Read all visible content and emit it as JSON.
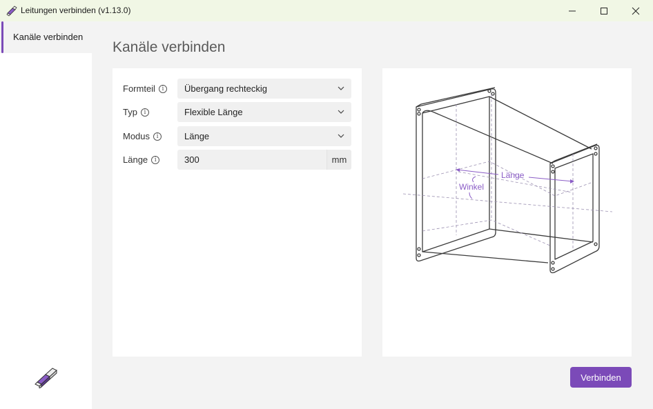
{
  "window": {
    "title": "Leitungen verbinden (v1.13.0)"
  },
  "sidebar": {
    "items": [
      {
        "label": "Kanäle verbinden",
        "selected": true
      }
    ]
  },
  "page": {
    "title": "Kanäle verbinden"
  },
  "form": {
    "fields": [
      {
        "label": "Formteil",
        "value": "Übergang rechteckig",
        "type": "select"
      },
      {
        "label": "Typ",
        "value": "Flexible Länge",
        "type": "select"
      },
      {
        "label": "Modus",
        "value": "Länge",
        "type": "select"
      },
      {
        "label": "Länge",
        "value": "300",
        "unit": "mm",
        "type": "number"
      }
    ]
  },
  "preview": {
    "annotations": {
      "length": "Länge",
      "angle": "Winkel"
    }
  },
  "actions": {
    "connect_label": "Verbinden"
  },
  "colors": {
    "accent": "#7b4ab8",
    "titlebar": "#f1f7e5",
    "background": "#f3f3f3"
  },
  "icons": {
    "app": "duct-connector-icon",
    "minimize": "minimize-icon",
    "maximize": "maximize-icon",
    "close": "close-icon",
    "info": "info-icon",
    "dropdown": "chevron-down-icon"
  }
}
